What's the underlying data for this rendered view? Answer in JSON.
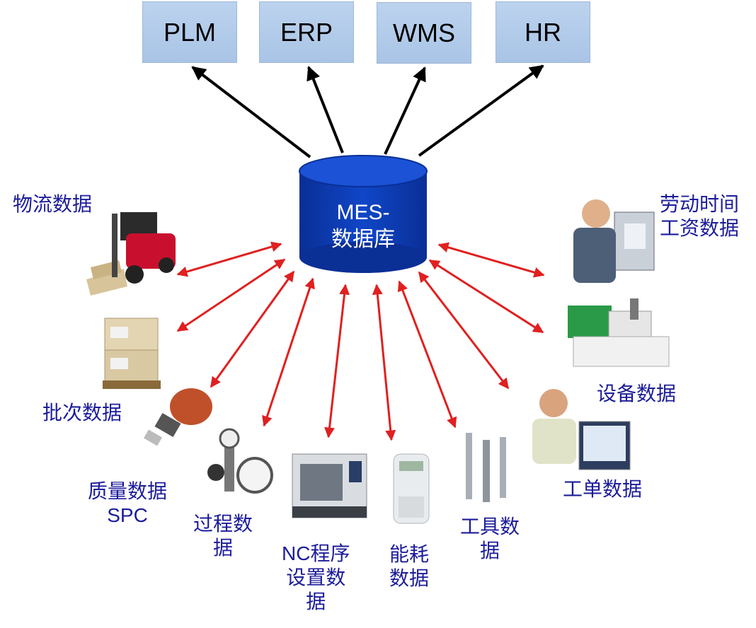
{
  "systems": [
    {
      "id": "plm",
      "label": "PLM"
    },
    {
      "id": "erp",
      "label": "ERP"
    },
    {
      "id": "wms",
      "label": "WMS"
    },
    {
      "id": "hr",
      "label": "HR"
    }
  ],
  "database": {
    "line1": "MES-",
    "line2": "数据库"
  },
  "sources": {
    "logistics": "物流数据",
    "batch": "批次数据",
    "quality_1": "质量数据",
    "quality_2": "SPC",
    "process_1": "过程数",
    "process_2": "据",
    "nc_1": "NC程序",
    "nc_2": "设置数",
    "nc_3": "据",
    "energy_1": "能耗",
    "energy_2": "数据",
    "tool_1": "工具数",
    "tool_2": "据",
    "labor_1": "劳动时间",
    "labor_2": "工资数据",
    "equipment": "设备数据",
    "workorder": "工单数据"
  },
  "colors": {
    "box_fill": "#a9c4e6",
    "db_fill": "#0b3bb5",
    "label_text": "#1c1c9a",
    "output_arrow": "#000000",
    "input_arrow": "#e02020"
  }
}
